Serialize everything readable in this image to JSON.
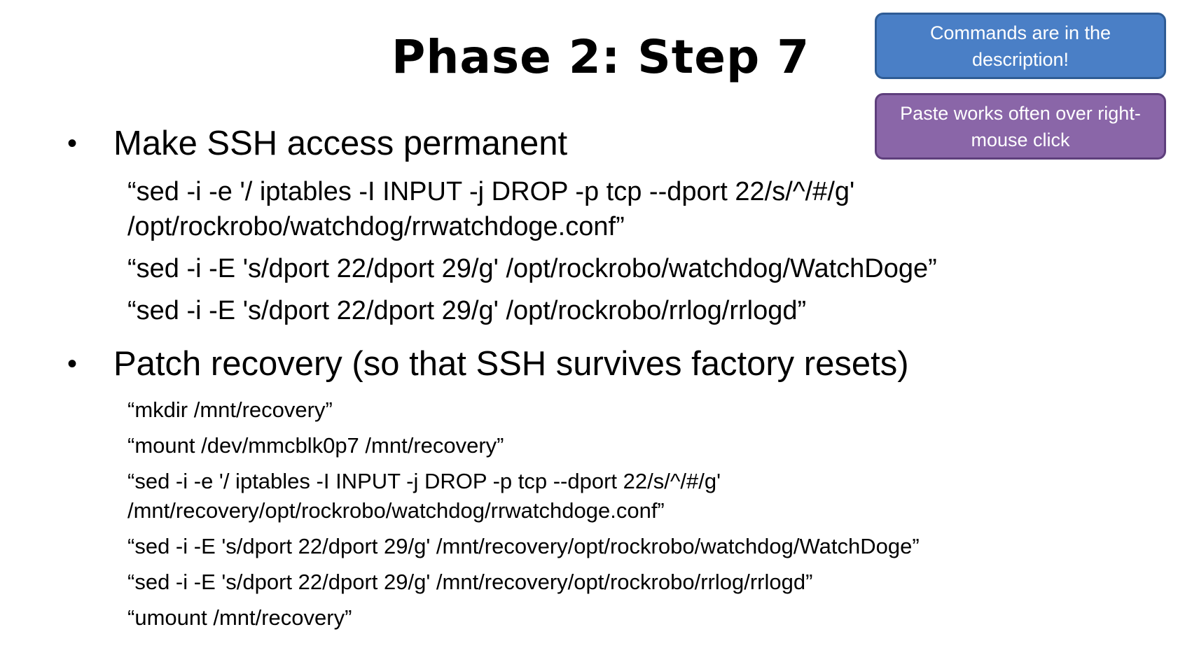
{
  "slide": {
    "title": "Phase 2: Step 7",
    "callouts": [
      {
        "text": "Commands are in the description!",
        "color": "#4a7fc6"
      },
      {
        "text": "Paste works often over right-mouse click",
        "color": "#8a66a8"
      }
    ],
    "bullet_glyph": "•",
    "sections": [
      {
        "heading": "Make SSH access permanent",
        "commands": [
          "“sed -i -e '/    iptables -I INPUT -j DROP -p tcp --dport 22/s/^/#/g'",
          "/opt/rockrobo/watchdog/rrwatchdoge.conf”",
          "“sed -i -E 's/dport 22/dport 29/g' /opt/rockrobo/watchdog/WatchDoge”",
          "“sed -i -E 's/dport 22/dport 29/g' /opt/rockrobo/rrlog/rrlogd”"
        ]
      },
      {
        "heading": "Patch recovery (so that SSH survives factory resets)",
        "commands": [
          "“mkdir /mnt/recovery”",
          "“mount /dev/mmcblk0p7 /mnt/recovery”",
          "“sed -i -e '/    iptables -I INPUT -j DROP -p tcp --dport 22/s/^/#/g'",
          "/mnt/recovery/opt/rockrobo/watchdog/rrwatchdoge.conf”",
          "“sed -i -E 's/dport 22/dport 29/g' /mnt/recovery/opt/rockrobo/watchdog/WatchDoge”",
          "“sed -i -E 's/dport 22/dport 29/g' /mnt/recovery/opt/rockrobo/rrlog/rrlogd”",
          "“umount /mnt/recovery”"
        ]
      }
    ]
  }
}
